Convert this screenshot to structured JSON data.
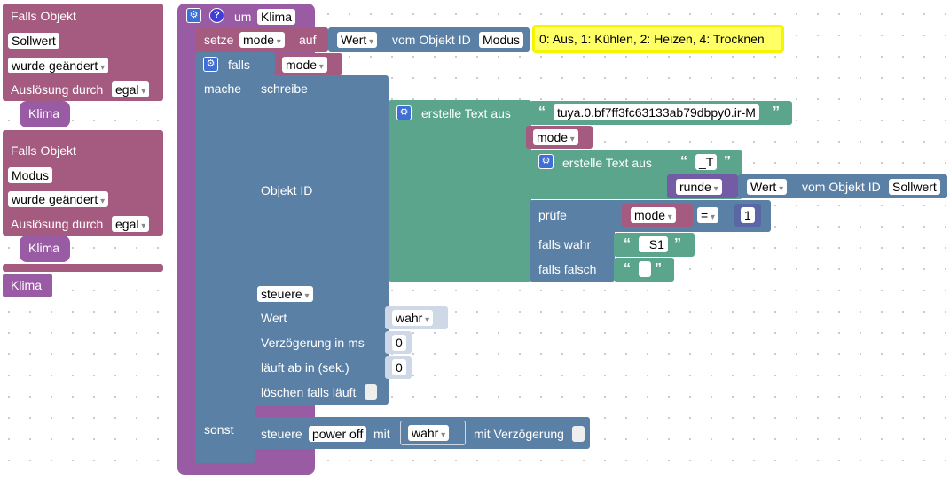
{
  "left_blocks": [
    {
      "header": "Falls Objekt",
      "object": "Sollwert",
      "condition": "wurde geändert",
      "trigger_label": "Auslösung durch",
      "trigger_value": "egal",
      "call": "Klima"
    },
    {
      "header": "Falls Objekt",
      "object": "Modus",
      "condition": "wurde geändert",
      "trigger_label": "Auslösung durch",
      "trigger_value": "egal",
      "call": "Klima"
    }
  ],
  "loose_klima": "Klima",
  "function": {
    "keyword": "um",
    "name": "Klima",
    "gear_icon": "gear-icon",
    "help_icon": "help-icon"
  },
  "set_stmt": {
    "keyword": "setze",
    "variable": "mode",
    "to": "auf",
    "value_prop": "Wert",
    "from_object": "vom Objekt ID",
    "object": "Modus"
  },
  "comment": "0: Aus, 1: Kühlen, 2: Heizen, 4: Trocknen",
  "if_stmt": {
    "if_label": "falls",
    "condition_var": "mode",
    "do_label": "mache",
    "else_label": "sonst"
  },
  "write_stmt": {
    "label": "schreibe",
    "object_label": "Objekt ID",
    "control": "steuere",
    "value_label": "Wert",
    "value": "wahr",
    "delay_label": "Verzögerung in ms",
    "delay": "0",
    "expire_label": "läuft ab in (sek.)",
    "expire": "0",
    "clear_label": "löschen falls läuft"
  },
  "text_join": {
    "label": "erstelle Text aus",
    "str1": "tuya.0.bf7ff3fc63133ab79dbpy0.ir-M",
    "var": "mode",
    "inner_label": "erstelle Text aus",
    "str2": "_T",
    "round": "runde",
    "round_prop": "Wert",
    "round_from": "vom Objekt ID",
    "round_object": "Sollwert"
  },
  "ternary": {
    "test_label": "prüfe",
    "lhs": "mode",
    "op": "=",
    "rhs": "1",
    "true_label": "falls wahr",
    "true_value": "_S1",
    "false_label": "falls falsch",
    "false_value": ""
  },
  "else_stmt": {
    "label": "steuere",
    "object": "power off",
    "with": "mit",
    "value": "wahr",
    "delay_label": "mit Verzögerung"
  },
  "quote_open": "“",
  "quote_close": "”",
  "gear_glyph": "⚙",
  "help_glyph": "?"
}
